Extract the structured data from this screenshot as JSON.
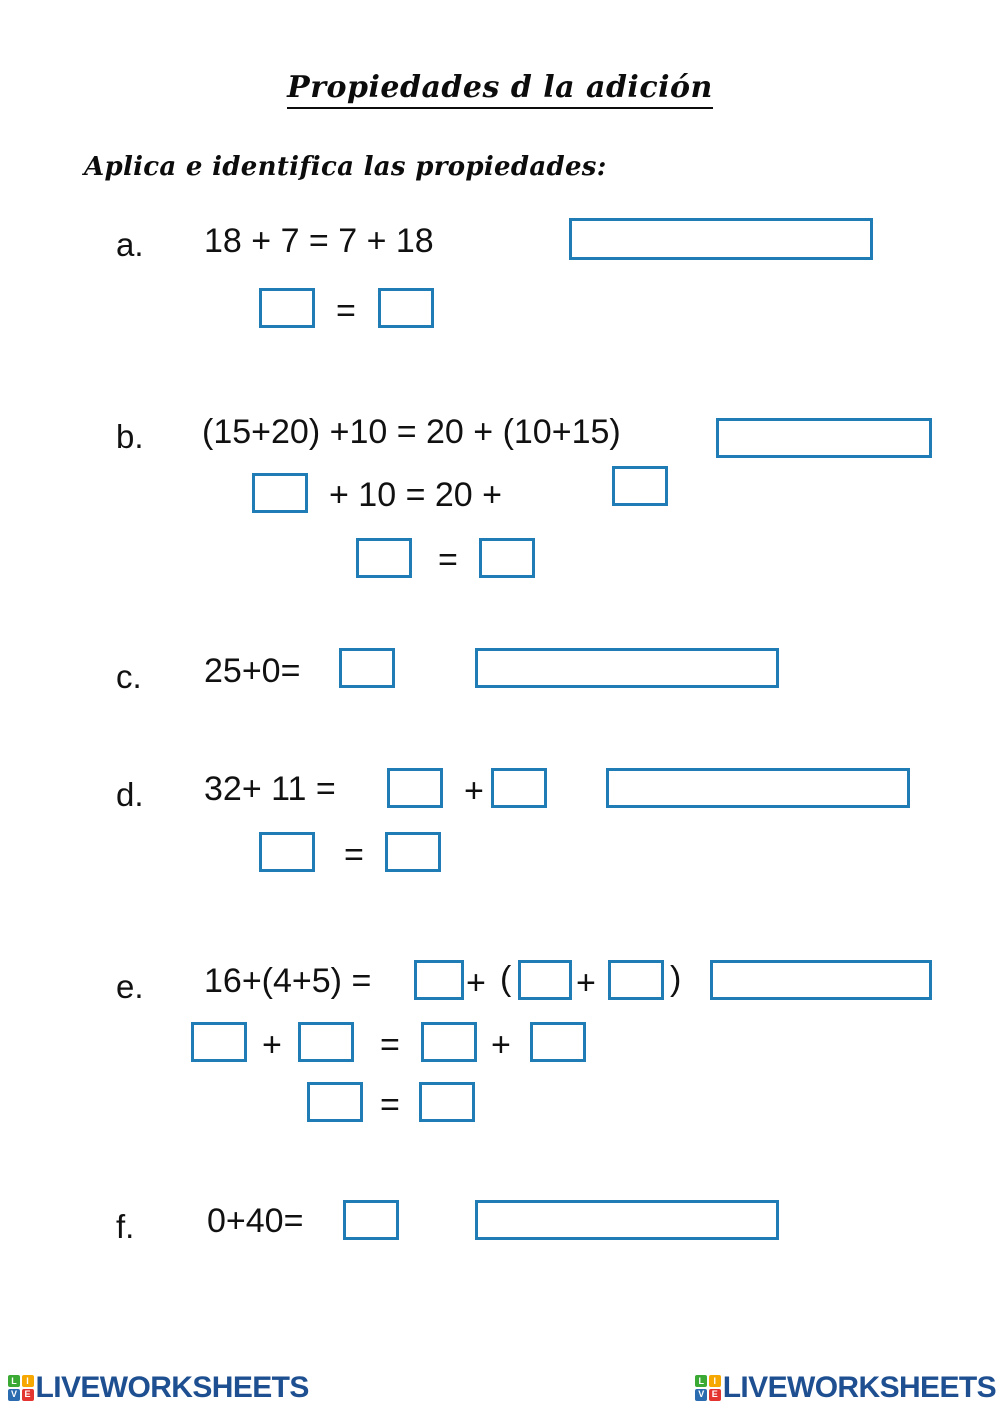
{
  "page": {
    "title": "Propiedades d la adición",
    "instruction": "Aplica e identifica las propiedades:",
    "box_border_color": "#1f7cb4",
    "text_color": "#111111"
  },
  "exercises": [
    {
      "letter": "a.",
      "lines": [
        {
          "expression": "18 + 7 = 7 + 18",
          "answer_box": "wide"
        },
        {
          "expression": "",
          "equals": "="
        }
      ]
    },
    {
      "letter": "b.",
      "lines": [
        {
          "expression": "(15+20) +10 = 20 + (10+15)",
          "answer_box": "wide"
        },
        {
          "expression": "+ 10 = 20 +"
        },
        {
          "expression": "",
          "equals": "="
        }
      ]
    },
    {
      "letter": "c.",
      "lines": [
        {
          "expression": "25+0=",
          "answer_box": "wide"
        }
      ]
    },
    {
      "letter": "d.",
      "lines": [
        {
          "expression": "32+ 11 =",
          "plus": "+",
          "answer_box": "wide"
        },
        {
          "expression": "",
          "equals": "="
        }
      ]
    },
    {
      "letter": "e.",
      "lines": [
        {
          "expression": "16+(4+5) =",
          "plus": "+",
          "open_paren": "(",
          "plus2": "+",
          "close_paren": ")",
          "answer_box": "wide"
        },
        {
          "expression": "",
          "plus": "+",
          "equals": "=",
          "plus2": "+"
        },
        {
          "expression": "",
          "equals": "="
        }
      ]
    },
    {
      "letter": "f.",
      "lines": [
        {
          "expression": "0+40=",
          "answer_box": "wide"
        }
      ]
    }
  ],
  "operators": {
    "equals": "=",
    "plus": "+",
    "open_paren": "(",
    "close_paren": ")"
  },
  "footer": {
    "brand": "LIVEWORKSHEETS",
    "tiles": [
      {
        "letter": "L",
        "color": "#3aaa35"
      },
      {
        "letter": "I",
        "color": "#f6a800"
      },
      {
        "letter": "V",
        "color": "#2b6cb0"
      },
      {
        "letter": "E",
        "color": "#e3342f"
      }
    ],
    "brand_color": "#1d4f91"
  }
}
